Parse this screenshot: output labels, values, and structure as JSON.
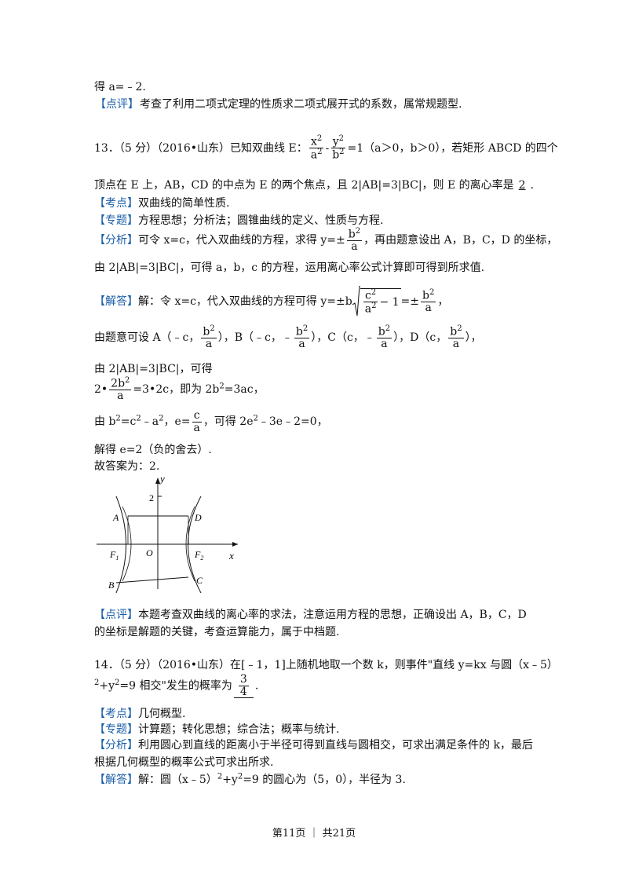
{
  "lines": {
    "l1": "得 a=﹣2.",
    "l2_tag": "【点评】",
    "l2": "考查了利用二项式定理的性质求二项式展开式的系数，属常规题型.",
    "q13_prefix": "13．（5 分）（2016•山东）已知双曲线 E：",
    "q13_eq1_num": "x",
    "q13_eq1_den": "a",
    "q13_eq2_num": "y",
    "q13_eq2_den": "b",
    "q13_suffix": "=1（a＞0，b＞0），若矩形 ABCD 的四个",
    "q13_line2_a": "顶点在 E 上，AB，CD 的中点为 E 的两个焦点，且 2|AB|=3|BC|，则 E 的离心率是",
    "q13_answer": "2",
    "q13_line2_b": ".",
    "kd_tag": "【考点】",
    "kd": "双曲线的简单性质.",
    "zt_tag": "【专题】",
    "zt": "方程思想；分析法；圆锥曲线的定义、性质与方程.",
    "fx_tag": "【分析】",
    "fx_a": "可令 x=c，代入双曲线的方程，求得 y=±",
    "fx_frac_num": "b",
    "fx_frac_den": "a",
    "fx_b": "，再由题意设出 A，B，C，D 的坐标，",
    "fx_line2": "由 2|AB|=3|BC|，可得 a，b，c 的方程，运用离心率公式计算即可得到所求值.",
    "jd_tag": "【解答】",
    "jd_a": "解：令 x=c，代入双曲线的方程可得 y=±b",
    "jd_sqrt_num": "c",
    "jd_sqrt_den": "a",
    "jd_sqrt_tail": "− 1",
    "jd_b": "=±",
    "jd_frac_num": "b",
    "jd_frac_den": "a",
    "jd_c": "，",
    "s1_a": "由题意可设 A（﹣c，",
    "s1_b": "），B（﹣c，﹣",
    "s1_c": "），C（c，﹣",
    "s1_d": "），D（c，",
    "s1_e": "），",
    "s1_num": "b",
    "s1_den": "a",
    "s2": "由 2|AB|=3|BC|，可得",
    "s3_a": "2•",
    "s3_num": "2b",
    "s3_den": "a",
    "s3_b": "=3•2c，即为 2b",
    "s3_c": "=3ac，",
    "s4_a": "由 b",
    "s4_b": "=c",
    "s4_c": "﹣a",
    "s4_d": "，e=",
    "s4_num": "c",
    "s4_den": "a",
    "s4_e": "，可得 2e",
    "s4_f": "﹣3e﹣2=0，",
    "s5": "解得 e=2（负的舍去）.",
    "s6": "故答案为：2.",
    "sq": "2",
    "dp_tag": "【点评】",
    "dp_a": "本题考查双曲线的离心率的求法，注意运用方程的思想，正确设出 A，B，C，D",
    "dp_b": "的坐标是解题的关键，考查运算能力，属于中档题.",
    "q14_a": "14．（5 分）（2016•山东）在[﹣1，1]上随机地取一个数 k，则事件\"直线 y=kx 与圆（x﹣5）",
    "q14_b_sup": "2",
    "q14_b": "+y",
    "q14_b2": "=9 相交\"发生的概率为",
    "q14_num": "3",
    "q14_den": "4",
    "q14_c": ".",
    "kd2_tag": "【考点】",
    "kd2": "几何概型.",
    "zt2_tag": "【专题】",
    "zt2": "计算题；转化思想；综合法；概率与统计.",
    "fx2_tag": "【分析】",
    "fx2_a": "利用圆心到直线的距离小于半径可得到直线与圆相交，可求出满足条件的 k，最后",
    "fx2_b": "根据几何概型的概率公式可求出所求.",
    "jd2_tag": "【解答】",
    "jd2_a": "解：圆（x﹣5）",
    "jd2_b": "+y",
    "jd2_c": "=9 的圆心为（5，0），半径为 3."
  },
  "figure": {
    "y_label": "y",
    "x_label": "x",
    "two_label": "2",
    "o_label": "O",
    "a_label": "A",
    "b_label": "B",
    "c_label": "C",
    "d_label": "D",
    "f1_label": "F",
    "f1_sub": "1",
    "f2_label": "F",
    "f2_sub": "2"
  },
  "footer": "第11页 ｜ 共21页"
}
